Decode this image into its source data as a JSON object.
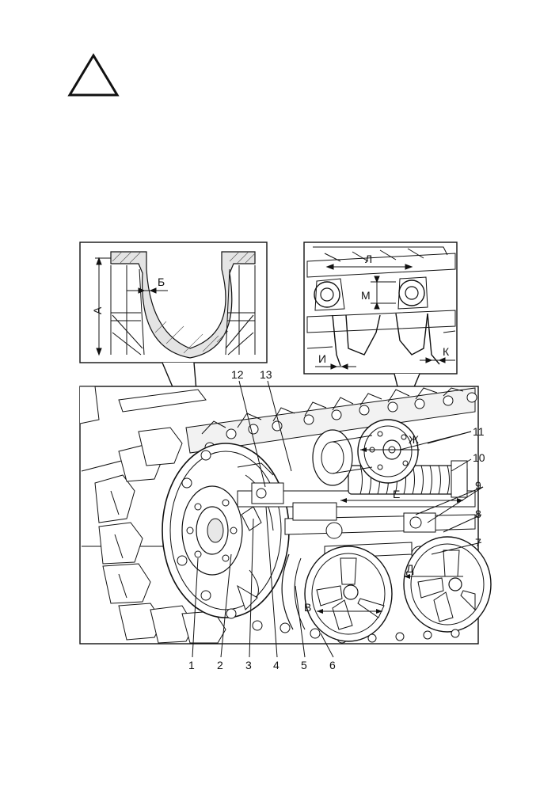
{
  "warning": {
    "icon": "warning-triangle-icon"
  },
  "detail_left": {
    "dimension_labels": {
      "A": "А",
      "B": "Б"
    }
  },
  "detail_right": {
    "dimension_labels": {
      "L": "Л",
      "M": "М",
      "I": "И",
      "K": "К"
    }
  },
  "main_view": {
    "dimension_labels": {
      "E": "Е",
      "Zh": "Ж",
      "V": "В",
      "D": "Д"
    }
  },
  "callouts": {
    "bottom": [
      "1",
      "2",
      "3",
      "4",
      "5",
      "6"
    ],
    "top": [
      "12",
      "13"
    ],
    "right": [
      "11",
      "10",
      "9",
      "8",
      "7"
    ]
  }
}
